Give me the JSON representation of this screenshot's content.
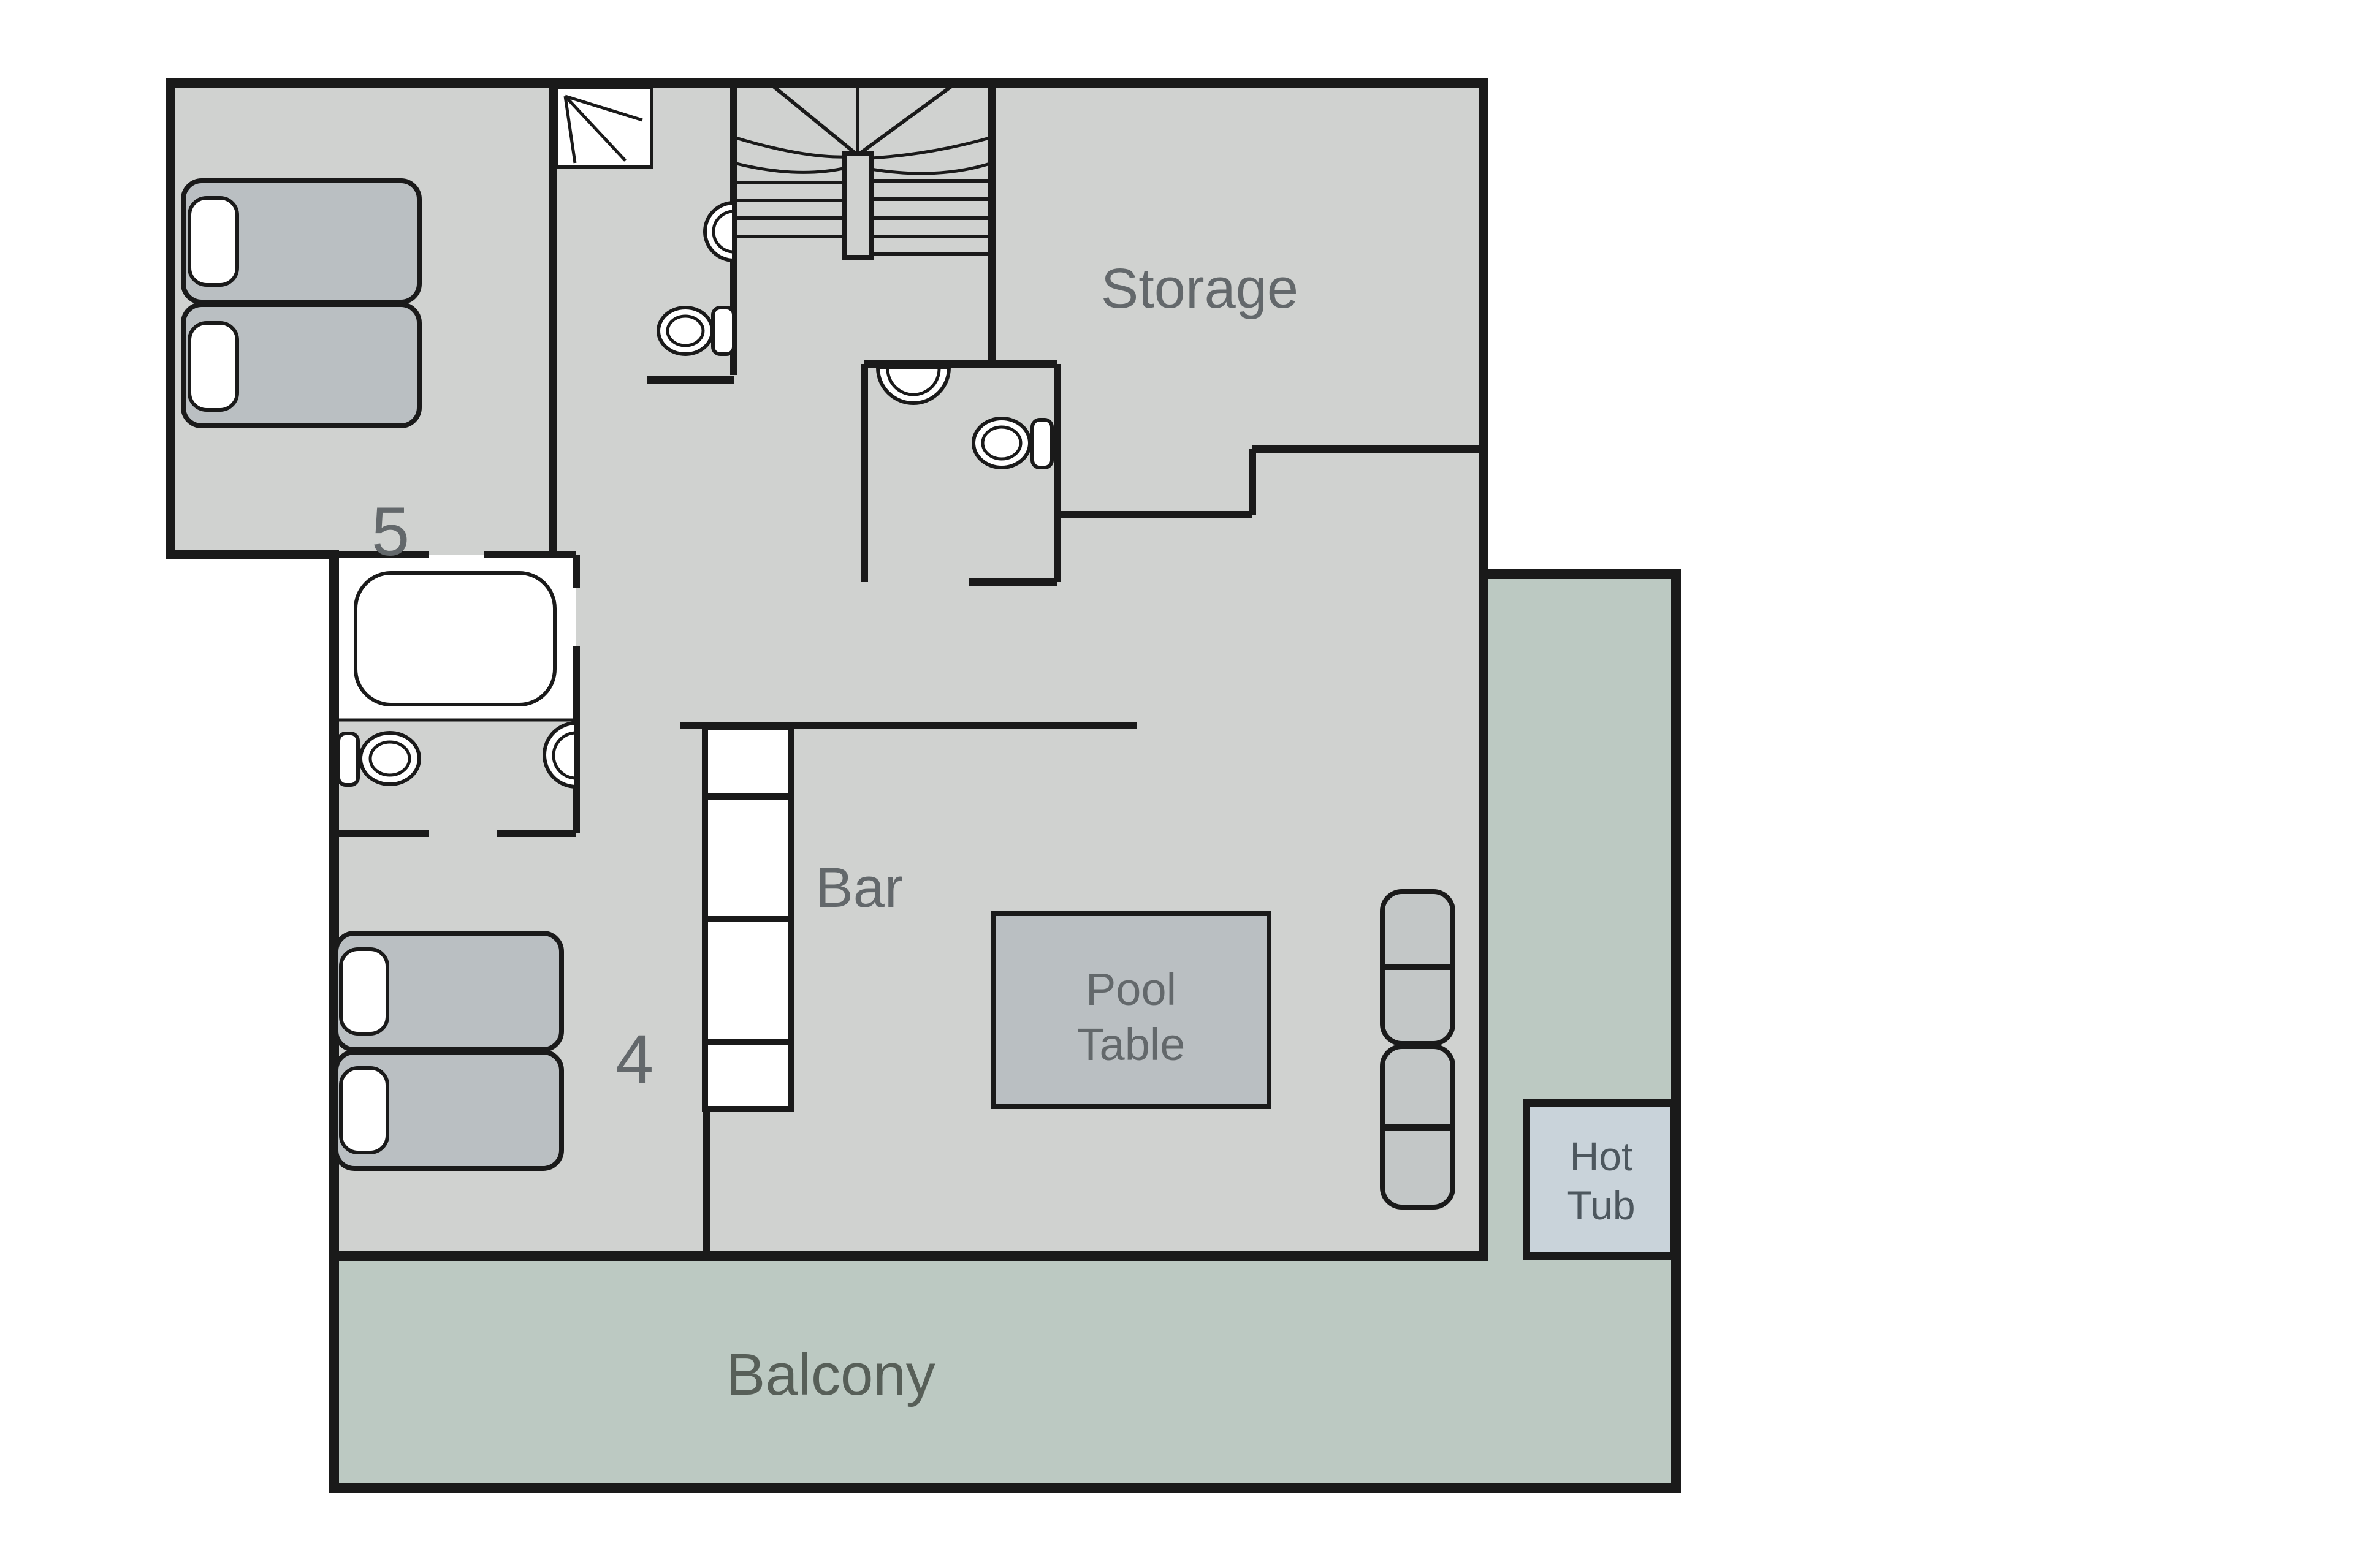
{
  "labels": {
    "room5": "5",
    "room4": "4",
    "storage": "Storage",
    "bar": "Bar",
    "pool_table_line1": "Pool",
    "pool_table_line2": "Table",
    "hot_tub_line1": "Hot",
    "hot_tub_line2": "Tub",
    "balcony": "Balcony"
  },
  "colors": {
    "floor": "#d0d2d0",
    "furniture": "#babfc2",
    "sofa": "#c3c7c7",
    "terrace": "#bcc9c2",
    "hotTubFill": "#c9d3da",
    "wall": "#1a1a1a",
    "labelText": "#63686b",
    "hotTubText": "#4d575e",
    "balconyText": "#575f58",
    "white": "#ffffff"
  }
}
